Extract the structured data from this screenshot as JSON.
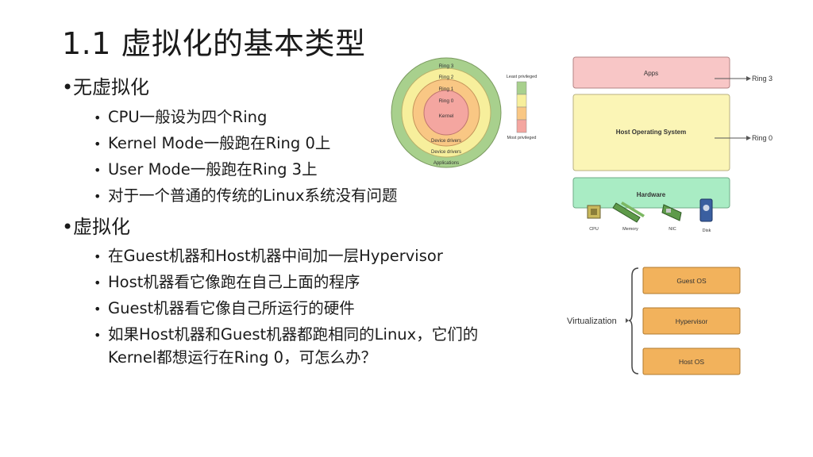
{
  "slide": {
    "title": "1.1 虚拟化的基本类型",
    "bullets": [
      {
        "text": "无虚拟化",
        "sub": [
          "CPU一般设为四个Ring",
          "Kernel Mode一般跑在Ring 0上",
          "User Mode一般跑在Ring 3上",
          "对于一个普通的传统的Linux系统没有问题"
        ]
      },
      {
        "text": "虚拟化",
        "sub": [
          "在Guest机器和Host机器中间加一层Hypervisor",
          "Host机器看它像跑在自己上面的程序",
          "Guest机器看它像自己所运行的硬件",
          "如果Host机器和Guest机器都跑相同的Linux，它们的",
          "Kernel都想运行在Ring 0，可怎么办？"
        ]
      }
    ]
  },
  "rings_diagram": {
    "rings": [
      "Ring 3",
      "Ring 2",
      "Ring 1",
      "Ring 0",
      "Kernel",
      "Device drivers",
      "Device drivers",
      "Applications"
    ],
    "least_label": "Least privileged",
    "most_label": "Most privileged",
    "colors": {
      "ring3": "#a8d08d",
      "ring2": "#f7ef9c",
      "ring1": "#f9c784",
      "ring0": "#f4a6a0"
    }
  },
  "host_diagram": {
    "apps": "Apps",
    "host_os": "Host Operating System",
    "hardware": "Hardware",
    "ring3_label": "Ring 3",
    "ring0_label": "Ring 0",
    "hw_items": [
      "CPU",
      "Memory",
      "NIC",
      "Disk"
    ],
    "colors": {
      "apps": "#f8c6c6",
      "host_os": "#fbf5b6",
      "hardware": "#a9ecc4"
    }
  },
  "virt_diagram": {
    "label": "Virtualization",
    "layers": [
      "Guest OS",
      "Hypervisor",
      "Host OS"
    ],
    "color": "#f2b25c"
  }
}
